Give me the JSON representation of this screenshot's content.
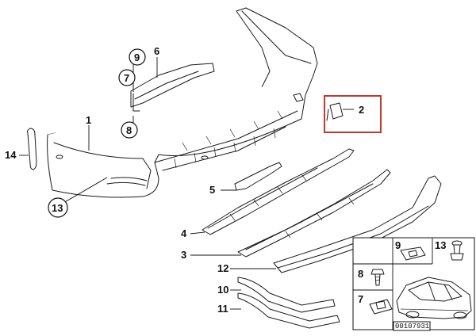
{
  "diagram": {
    "callouts": {
      "c1": "1",
      "c2": "2",
      "c3": "3",
      "c4": "4",
      "c5": "5",
      "c6": "6",
      "c7": "7",
      "c8": "8",
      "c9": "9",
      "c10": "10",
      "c11": "11",
      "c12": "12",
      "c13": "13",
      "c14": "14"
    },
    "inset_labels": {
      "i9": "9",
      "i13": "13",
      "i8": "8",
      "i7": "7"
    },
    "reference_number": "00107931",
    "highlight_color": "#c0392b"
  }
}
